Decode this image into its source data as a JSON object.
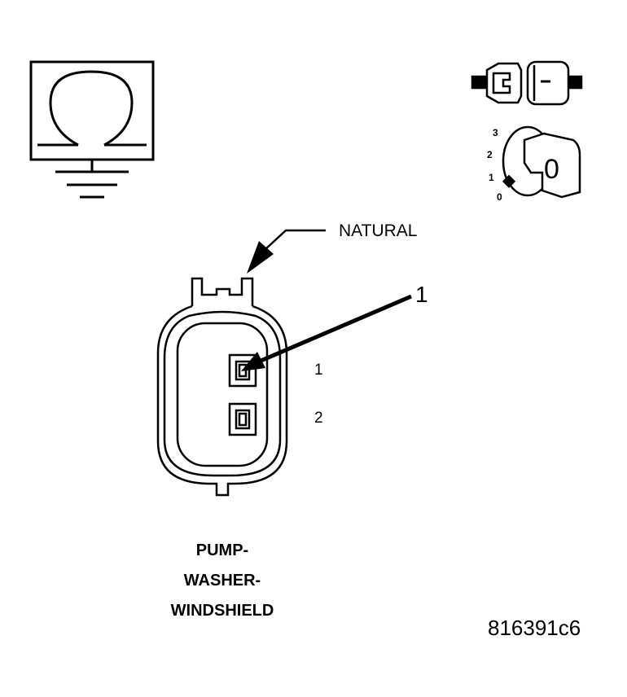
{
  "connector": {
    "color_label": "NATURAL",
    "callout_number": "1",
    "pins": [
      {
        "label": "1"
      },
      {
        "label": "2"
      }
    ],
    "name_lines": [
      "PUMP-",
      "WASHER-",
      "WINDSHIELD"
    ]
  },
  "figure_id": "816391c6",
  "ignition_switch": {
    "positions": [
      "3",
      "2",
      "1",
      "0"
    ],
    "key_position": "0"
  },
  "icons": {
    "ohmmeter": "ohmmeter-icon",
    "ground": "ground-symbol-icon",
    "disconnect": "connector-disconnect-icon",
    "ignition": "ignition-key-icon"
  }
}
